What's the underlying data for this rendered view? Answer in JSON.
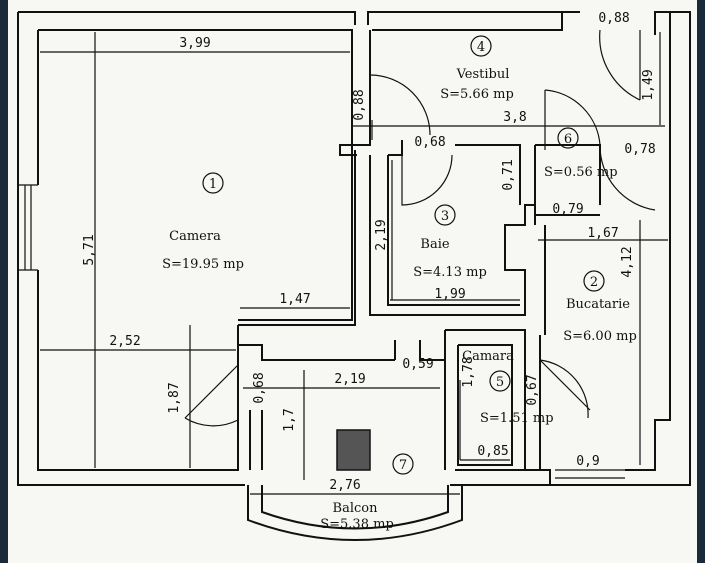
{
  "rooms": [
    {
      "num": "1",
      "name": "Camera",
      "area": "S=19.95 mp"
    },
    {
      "num": "2",
      "name": "Bucatarie",
      "area": "S=6.00 mp"
    },
    {
      "num": "3",
      "name": "Baie",
      "area": "S=4.13 mp"
    },
    {
      "num": "4",
      "name": "Vestibul",
      "area": "S=5.66 mp"
    },
    {
      "num": "5",
      "name": "Camara",
      "area": "S=1.51 mp"
    },
    {
      "num": "6",
      "name": "",
      "area": "S=0.56 mp"
    },
    {
      "num": "7",
      "name": "Balcon",
      "area": "S=5.38 mp"
    }
  ],
  "dimensions": {
    "d399": "3,99",
    "d571": "5,71",
    "d147": "1,47",
    "d252": "2,52",
    "d187": "1,87",
    "d068a": "0,68",
    "d068b": "0,68",
    "d219a": "2,19",
    "d219b": "2,19",
    "d17": "1,7",
    "d276": "2,76",
    "d088a": "0,88",
    "d088b": "0,88",
    "d149": "1,49",
    "d38": "3,8",
    "d078": "0,78",
    "d071": "0,71",
    "d079": "0,79",
    "d167": "1,67",
    "d412": "4,12",
    "d199": "1,99",
    "d059": "0,59",
    "d178": "1,78",
    "d067": "0,67",
    "d085": "0,85",
    "d09": "0,9"
  }
}
